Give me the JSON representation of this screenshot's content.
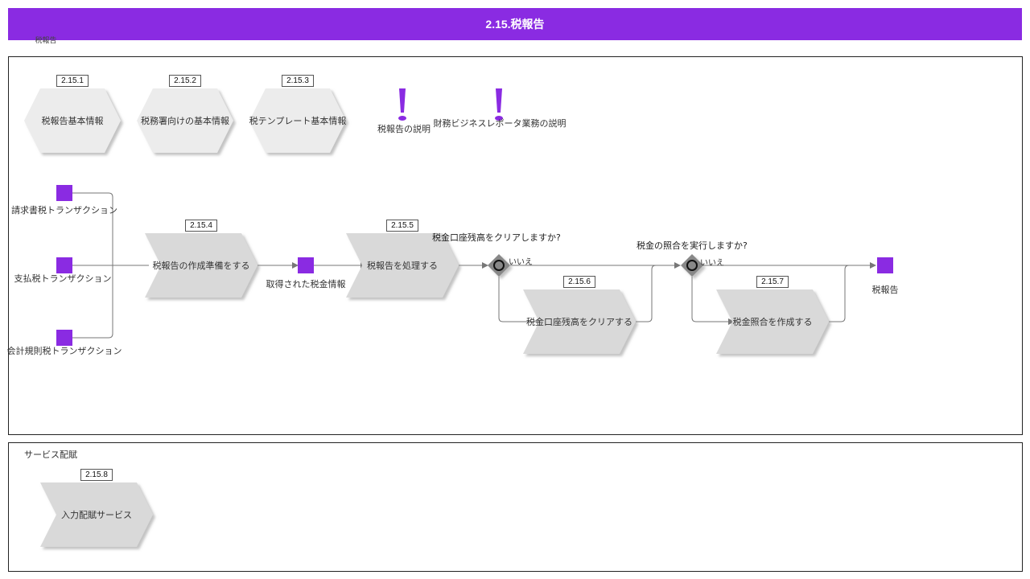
{
  "header": {
    "title": "2.15.税報告"
  },
  "lane_label": "税報告",
  "pool2": {
    "label": "サービス配賦"
  },
  "info_objects": [
    {
      "id": "2.15.1",
      "label": "税報告基本情報"
    },
    {
      "id": "2.15.2",
      "label": "税務署向けの基本情報"
    },
    {
      "id": "2.15.3",
      "label": "税テンプレート基本情報"
    }
  ],
  "notes": [
    {
      "label": "税報告の説明"
    },
    {
      "label": "財務ビジネスレポータ業務の説明"
    }
  ],
  "inputs": [
    {
      "label": "請求書税トランザクション"
    },
    {
      "label": "支払税トランザクション"
    },
    {
      "label": "会計規則税トランザクション"
    }
  ],
  "processes": [
    {
      "id": "2.15.4",
      "label": "税報告の作成準備をする"
    },
    {
      "id": "2.15.5",
      "label": "税報告を処理する"
    },
    {
      "id": "2.15.6",
      "label": "税金口座残高をクリアする"
    },
    {
      "id": "2.15.7",
      "label": "税金照合を作成する"
    },
    {
      "id": "2.15.8",
      "label": "入力配賦サービス"
    }
  ],
  "intermediate": {
    "label": "取得された税金情報"
  },
  "output": {
    "label": "税報告"
  },
  "gateways": [
    {
      "question": "税金口座残高をクリアしますか?",
      "no_label": "いいえ"
    },
    {
      "question": "税金の照合を実行しますか?",
      "no_label": "いいえ"
    }
  ],
  "colors": {
    "accent": "#8a2be2",
    "shape_fill": "#d9d9d9",
    "info_fill": "#ececec",
    "line": "#777777"
  }
}
